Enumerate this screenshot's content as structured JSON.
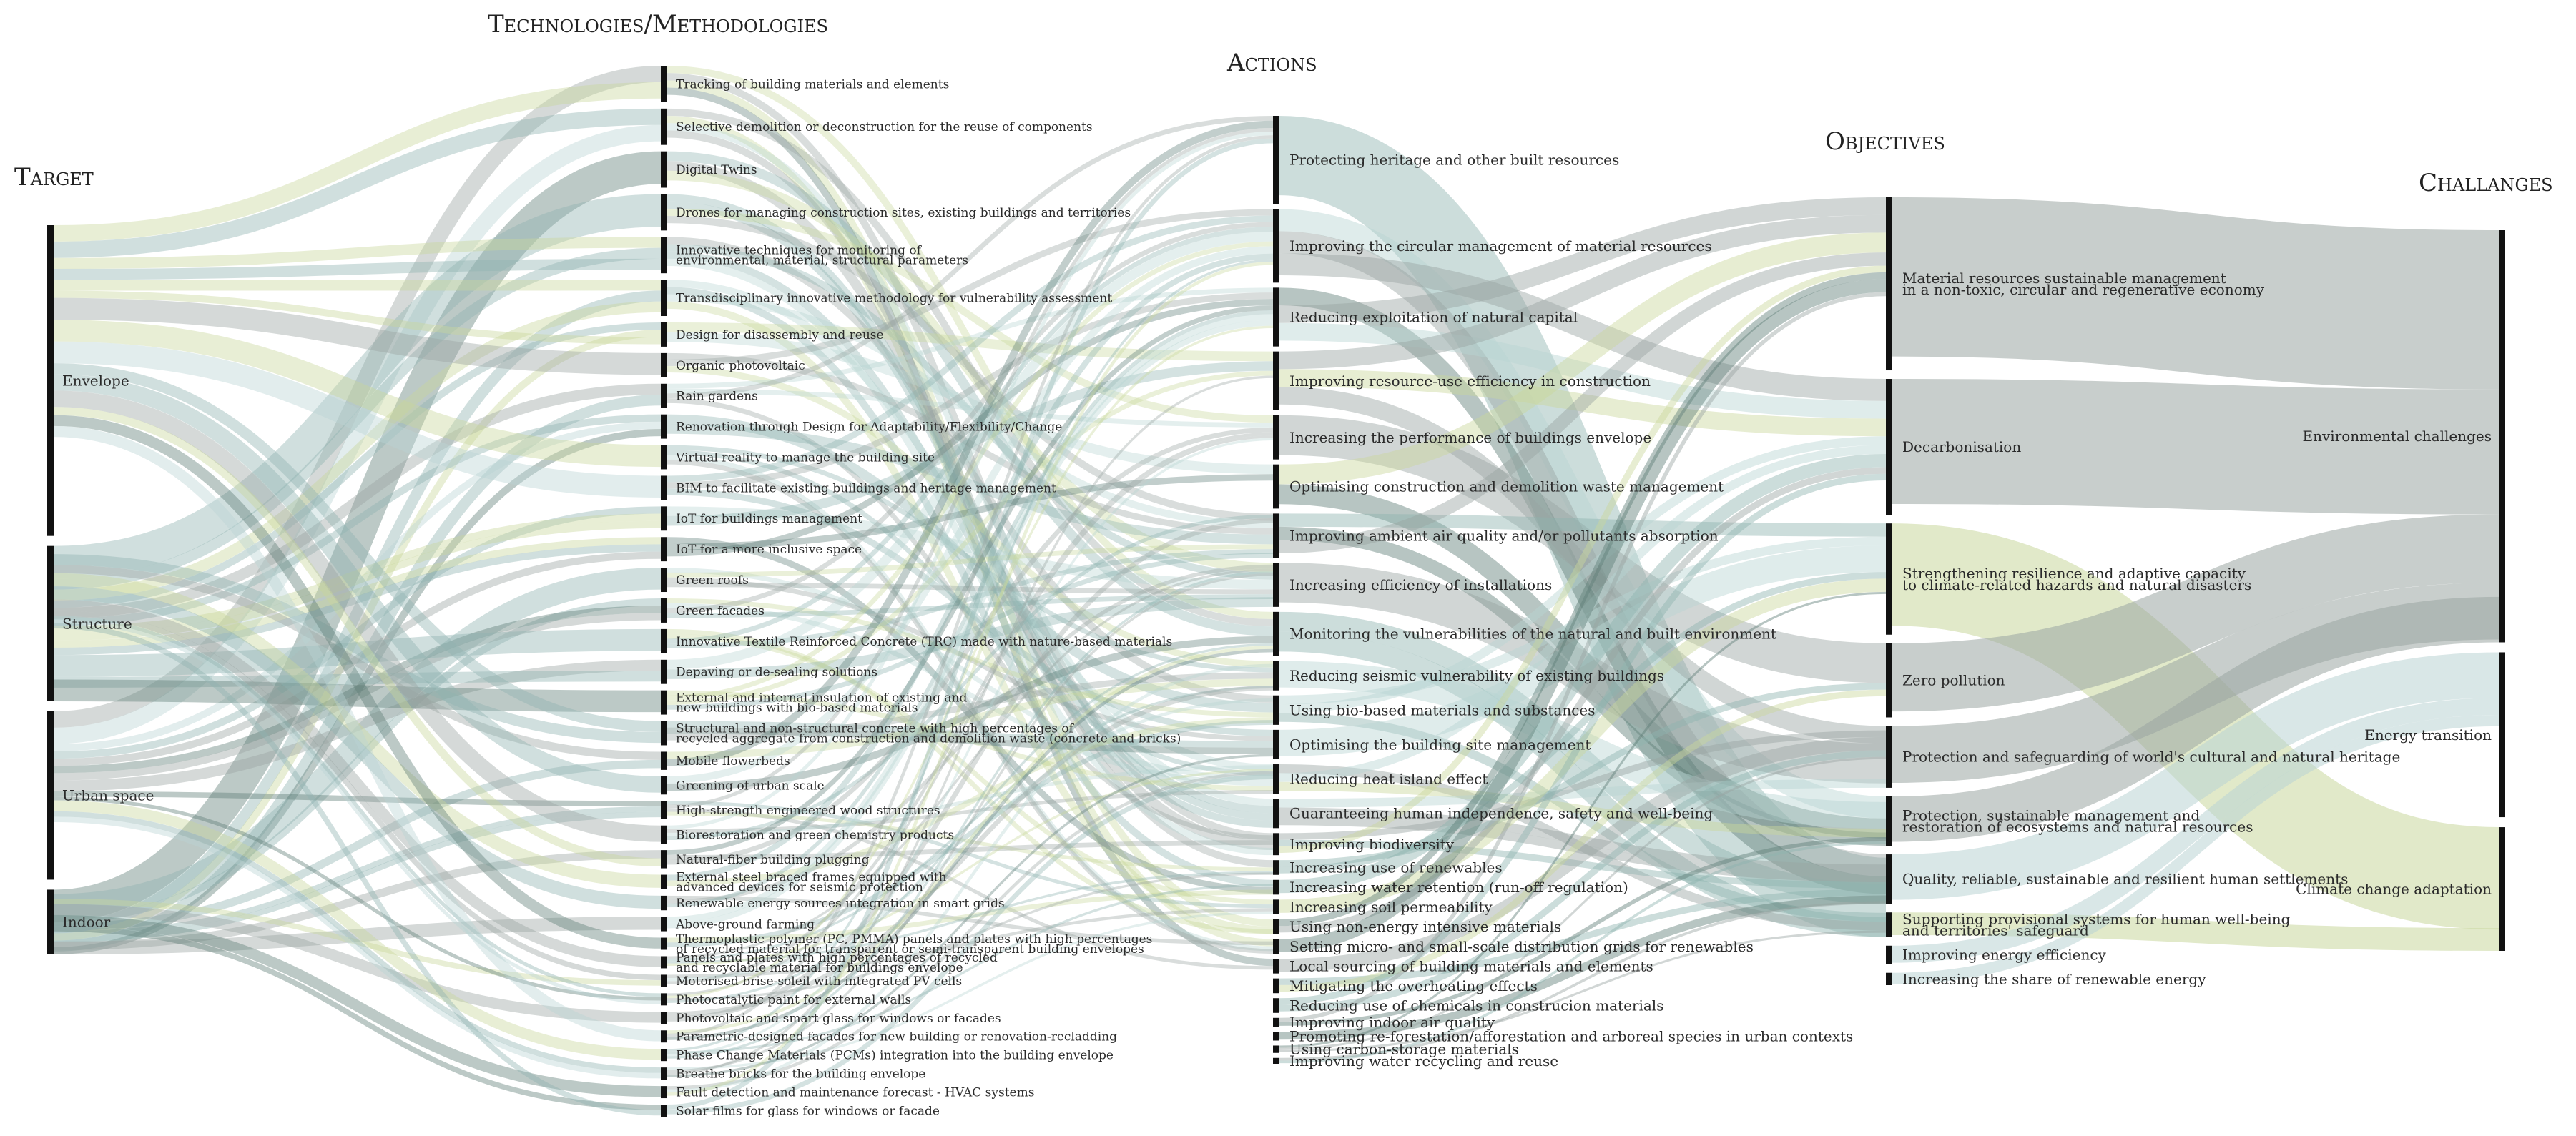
{
  "columns": {
    "target": "Target",
    "technologies": "Technologies/Methodologies",
    "actions": "Actions",
    "objectives": "Objectives",
    "challenges": "Challanges"
  },
  "colors": {
    "grey": "#9aa5a2",
    "teal": "#8fb3b0",
    "light_teal": "#b9d4d3",
    "olive": "#c9d79c",
    "dark_green": "#5f7f78",
    "node": "#111111"
  },
  "targets": [
    {
      "label": "Envelope",
      "weight": 24
    },
    {
      "label": "Structure",
      "weight": 12
    },
    {
      "label": "Urban space",
      "weight": 13
    },
    {
      "label": "Indoor",
      "weight": 5
    }
  ],
  "technologies": [
    {
      "label": "Tracking of building materials and elements",
      "weight": 3
    },
    {
      "label": "Selective demolition or deconstruction for the reuse of components",
      "weight": 3
    },
    {
      "label": "Digital Twins",
      "weight": 3
    },
    {
      "label": "Drones for managing construction sites, existing buildings and territories",
      "weight": 3
    },
    {
      "label": "Innovative techniques for monitoring of\nenvironmental, material, structural parameters",
      "weight": 3
    },
    {
      "label": "Transdisciplinary innovative methodology for vulnerability assessment",
      "weight": 3
    },
    {
      "label": "Design for disassembly and reuse",
      "weight": 2
    },
    {
      "label": "Organic photovoltaic",
      "weight": 2
    },
    {
      "label": "Rain gardens",
      "weight": 2
    },
    {
      "label": "Renovation through Design for Adaptability/Flexibility/Change",
      "weight": 2
    },
    {
      "label": "Virtual reality to manage the building site",
      "weight": 2
    },
    {
      "label": "BIM to facilitate existing buildings and heritage management",
      "weight": 2
    },
    {
      "label": "IoT for buildings management",
      "weight": 2
    },
    {
      "label": "IoT for a more inclusive space",
      "weight": 2
    },
    {
      "label": "Green roofs",
      "weight": 2
    },
    {
      "label": "Green facades",
      "weight": 2
    },
    {
      "label": "Innovative Textile Reinforced Concrete (TRC) made with nature-based materials",
      "weight": 2
    },
    {
      "label": "Depaving or de-sealing solutions",
      "weight": 2
    },
    {
      "label": "External and internal insulation of existing and\nnew buildings with bio-based materials",
      "weight": 2
    },
    {
      "label": "Structural and non-structural concrete with high percentages of\nrecycled aggregate from construction and demolition waste (concrete and bricks)",
      "weight": 2
    },
    {
      "label": "Mobile flowerbeds",
      "weight": 1.5
    },
    {
      "label": "Greening of urban scale",
      "weight": 1.5
    },
    {
      "label": "High-strength engineered wood structures",
      "weight": 1.5
    },
    {
      "label": "Biorestoration and green chemistry products",
      "weight": 1.5
    },
    {
      "label": "Natural-fiber building plugging",
      "weight": 1.5
    },
    {
      "label": "External steel braced frames equipped with\nadvanced devices for seismic protection",
      "weight": 1.2
    },
    {
      "label": "Renewable energy sources integration in smart grids",
      "weight": 1.2
    },
    {
      "label": "Above-ground farming",
      "weight": 1.2
    },
    {
      "label": "Thermoplastic polymer (PC, PMMA) panels and plates with high percentages\nof recycled material for transparent or semi-transparent building envelopes",
      "weight": 1
    },
    {
      "label": "Panels and plates with high percentages of recycled\nand recyclable material for buildings envelope",
      "weight": 1
    },
    {
      "label": "Motorised brise-soleil with integrated PV cells",
      "weight": 1
    },
    {
      "label": "Photocatalytic paint for external walls",
      "weight": 1
    },
    {
      "label": "Photovoltaic and smart glass for windows or facades",
      "weight": 1
    },
    {
      "label": "Parametric-designed facades for new building or renovation-recladding",
      "weight": 1
    },
    {
      "label": "Phase Change Materials (PCMs) integration into the building envelope",
      "weight": 1
    },
    {
      "label": "Breathe bricks for the building envelope",
      "weight": 1
    },
    {
      "label": "Fault detection and maintenance forecast - HVAC systems",
      "weight": 1
    },
    {
      "label": "Solar films for glass for windows or facade",
      "weight": 1
    }
  ],
  "actions": [
    {
      "label": "Protecting heritage and other built resources",
      "weight": 6
    },
    {
      "label": "Improving the circular management of material resources",
      "weight": 5
    },
    {
      "label": "Reducing exploitation of natural capital",
      "weight": 4
    },
    {
      "label": "Improving resource-use efficiency in construction",
      "weight": 4
    },
    {
      "label": "Increasing the performance of buildings envelope",
      "weight": 3
    },
    {
      "label": "Optimising construction and demolition waste management",
      "weight": 3
    },
    {
      "label": "Improving ambient air quality and/or pollutants absorption",
      "weight": 3
    },
    {
      "label": "Increasing efficiency of installations",
      "weight": 3
    },
    {
      "label": "Monitoring the vulnerabilities of the natural and built environment",
      "weight": 3
    },
    {
      "label": "Reducing seismic vulnerability of existing buildings",
      "weight": 2
    },
    {
      "label": "Using bio-based materials and substances",
      "weight": 2
    },
    {
      "label": "Optimising the building site management",
      "weight": 2
    },
    {
      "label": "Reducing heat island effect",
      "weight": 2
    },
    {
      "label": "Guaranteeing human independence, safety and well-being",
      "weight": 2
    },
    {
      "label": "Improving biodiversity",
      "weight": 1.5
    },
    {
      "label": "Increasing use of renewables",
      "weight": 1
    },
    {
      "label": "Increasing water retention (run-off regulation)",
      "weight": 1
    },
    {
      "label": "Increasing soil permeability",
      "weight": 1
    },
    {
      "label": "Using non-energy intensive materials",
      "weight": 1
    },
    {
      "label": "Setting micro- and small-scale distribution grids for renewables",
      "weight": 1
    },
    {
      "label": "Local sourcing of building materials and elements",
      "weight": 1
    },
    {
      "label": "Mitigating the overheating effects",
      "weight": 1
    },
    {
      "label": "Reducing use of chemicals in construcion materials",
      "weight": 1
    },
    {
      "label": "Improving indoor air quality",
      "weight": 0.6
    },
    {
      "label": "Promoting re-forestation/afforestation and arboreal species in urban contexts",
      "weight": 0.6
    },
    {
      "label": "Using carbon-storage materials",
      "weight": 0.5
    },
    {
      "label": "Improving water recycling and reuse",
      "weight": 0.4
    }
  ],
  "objectives": [
    {
      "label": "Material resources sustainable management\nin a non-toxic, circular and regenerative economy",
      "weight": 14
    },
    {
      "label": "Decarbonisation",
      "weight": 11
    },
    {
      "label": "Strengthening resilience and adaptive capacity\nto climate-related hazards and natural disasters",
      "weight": 9
    },
    {
      "label": "Zero pollution",
      "weight": 6
    },
    {
      "label": "Protection and safeguarding of world's cultural and natural heritage",
      "weight": 5
    },
    {
      "label": "Protection, sustainable management and\nrestoration of ecosystems and natural resources",
      "weight": 4
    },
    {
      "label": "Quality, reliable, sustainable and resilient human settlements",
      "weight": 4
    },
    {
      "label": "Supporting provisional systems for human well-being\nand territories' safeguard",
      "weight": 2
    },
    {
      "label": "Improving energy efficiency",
      "weight": 1.5
    },
    {
      "label": "Increasing the share of renewable energy",
      "weight": 1
    }
  ],
  "challenges": [
    {
      "label": "Environmental challenges",
      "weight": 30
    },
    {
      "label": "Energy transition",
      "weight": 12
    },
    {
      "label": "Climate change adaptation",
      "weight": 9
    }
  ]
}
